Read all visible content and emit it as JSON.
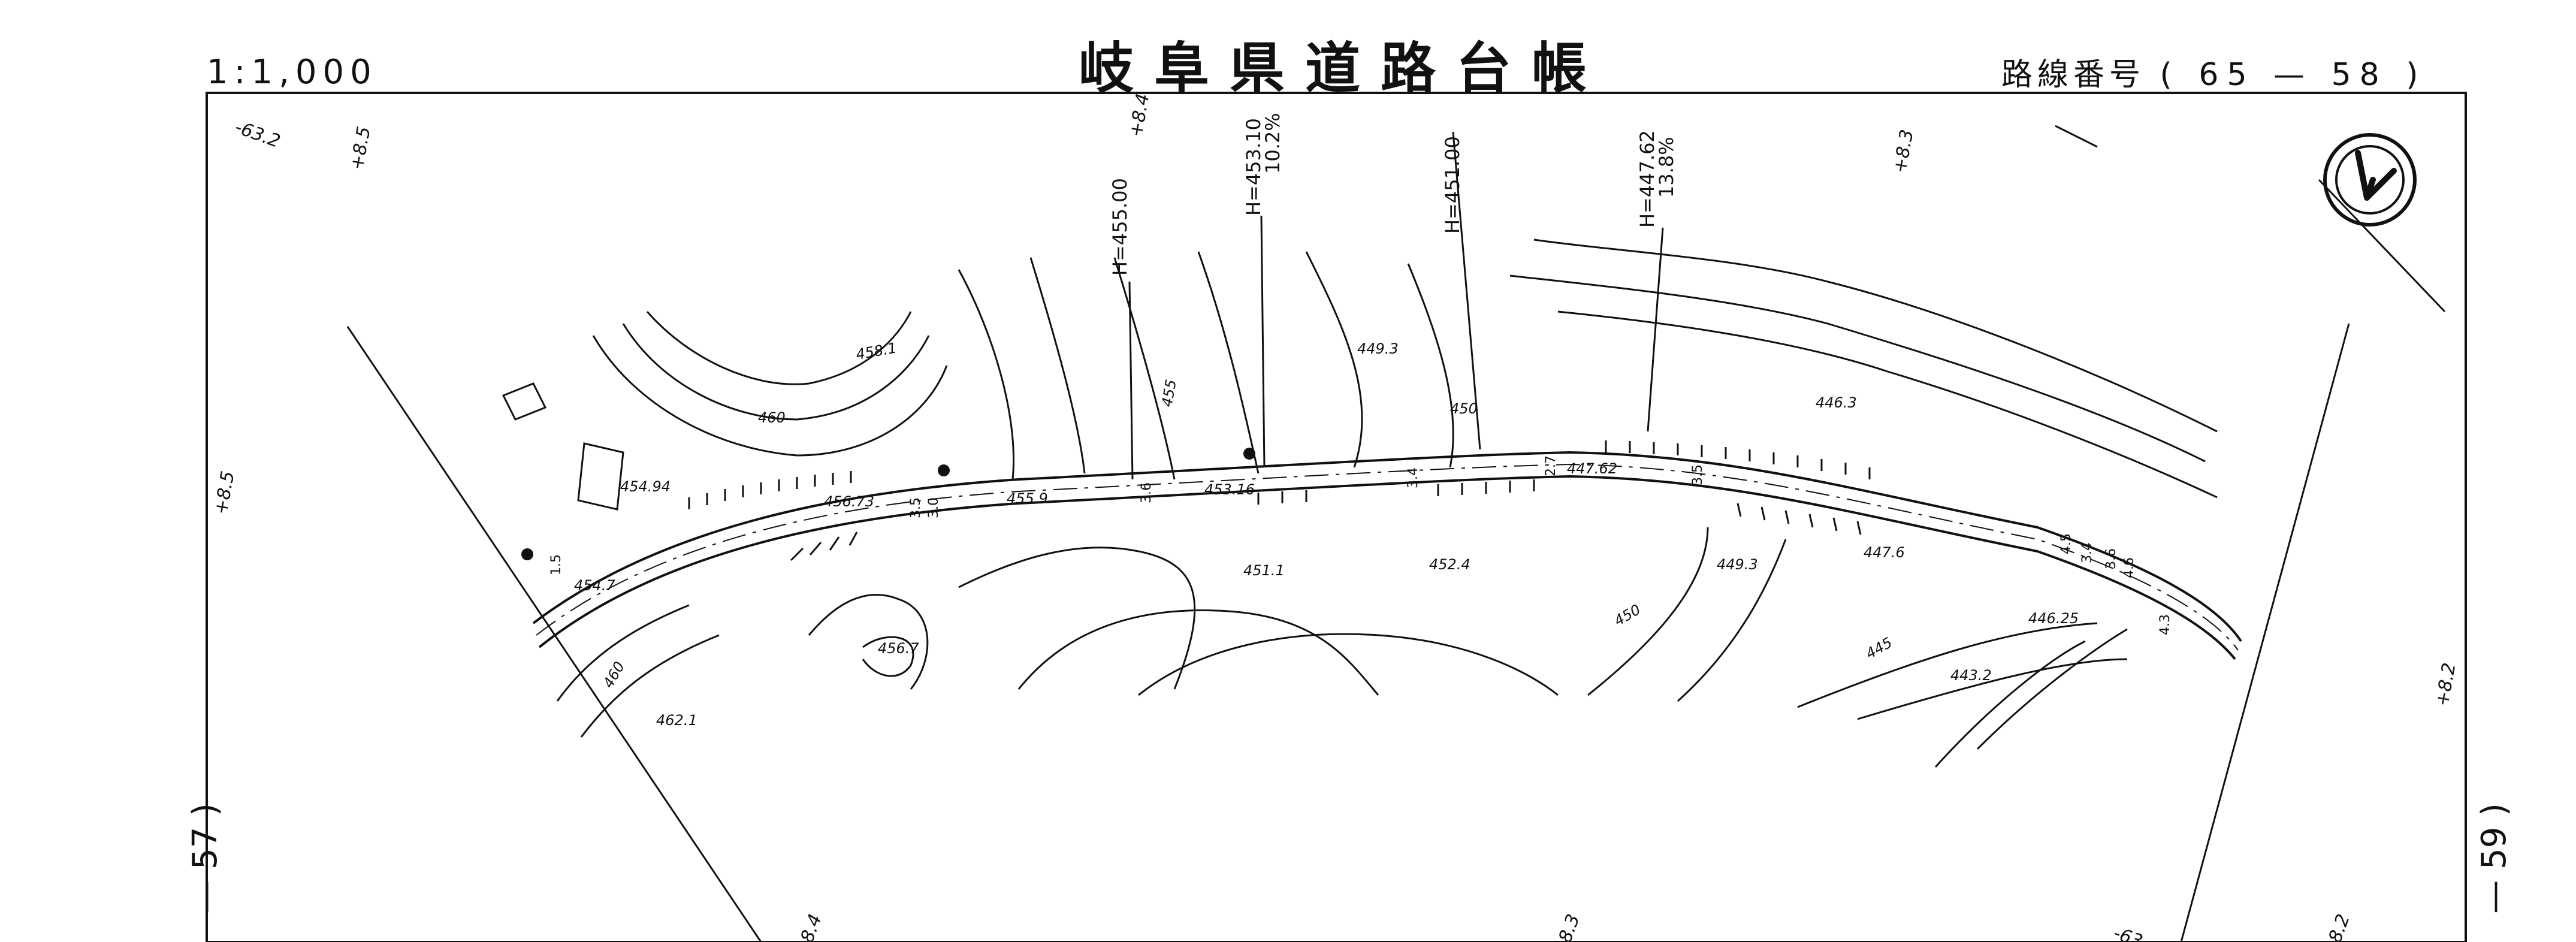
{
  "header": {
    "scale": "1:1,000",
    "title": "岐阜県道路台帳",
    "route_label": "路線番号",
    "route_number": "( 65 — 58 )"
  },
  "sheet_refs": {
    "left": "— 57 )",
    "right": "— 59 )"
  },
  "map": {
    "top_left_label": "-63.2",
    "chainage_labels": [
      "+8.5",
      "+8.4",
      "+8.3",
      "+8.2",
      "+8.5",
      "8.4",
      "8.3",
      "8.2",
      "-63"
    ],
    "profile_markers": [
      {
        "height": "H=455.00"
      },
      {
        "height": "H=453.10",
        "grade": "10.2%"
      },
      {
        "height": "H=451.00"
      },
      {
        "height": "H=447.62",
        "grade": "13.8%"
      }
    ],
    "contour_labels": [
      "460",
      "455",
      "450",
      "445",
      "460",
      "450"
    ],
    "spot_heights": [
      "458.1",
      "454.94",
      "456.73",
      "455.9",
      "453.16",
      "449.3",
      "447.62",
      "446.3",
      "449.3",
      "447.6",
      "446.25",
      "443.2",
      "452.4",
      "451.1",
      "456.7",
      "454.7",
      "462.1"
    ],
    "road_widths": [
      "3.5",
      "3.0",
      "3.6",
      "3.4",
      "2.7",
      "3.5",
      "4.3",
      "4.6",
      "3.4",
      "3.6",
      "4.5",
      "1.5"
    ]
  },
  "colors": {
    "ink": "#111111",
    "paper": "#ffffff"
  },
  "icons": {
    "north_arrow": "north-arrow-icon"
  }
}
